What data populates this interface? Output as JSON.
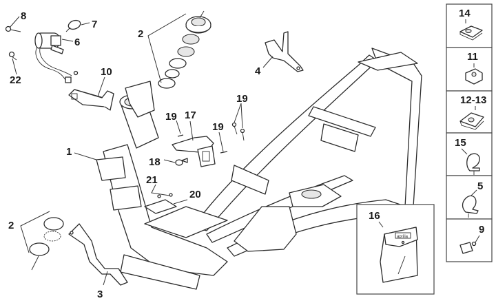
{
  "diagram": {
    "title": "Frame exploded view",
    "callouts": [
      {
        "id": "c8",
        "label": "8",
        "part": "screw"
      },
      {
        "id": "c7",
        "label": "7",
        "part": "key"
      },
      {
        "id": "c6",
        "label": "6",
        "part": "ignition switch"
      },
      {
        "id": "c22",
        "label": "22",
        "part": "screw"
      },
      {
        "id": "c10",
        "label": "10",
        "part": "bracket"
      },
      {
        "id": "c2top",
        "label": "2",
        "part": "steering bearing kit (upper)"
      },
      {
        "id": "c4",
        "label": "4",
        "part": "bracket"
      },
      {
        "id": "c19a",
        "label": "19",
        "part": "screw"
      },
      {
        "id": "c17",
        "label": "17",
        "part": "bracket"
      },
      {
        "id": "c19b",
        "label": "19",
        "part": "screw"
      },
      {
        "id": "c19c",
        "label": "19",
        "part": "screws"
      },
      {
        "id": "c1",
        "label": "1",
        "part": "frame"
      },
      {
        "id": "c18",
        "label": "18",
        "part": "rubber plug"
      },
      {
        "id": "c21",
        "label": "21",
        "part": "screws"
      },
      {
        "id": "c20",
        "label": "20",
        "part": "plate"
      },
      {
        "id": "c2bot",
        "label": "2",
        "part": "steering bearing kit (lower)"
      },
      {
        "id": "c3",
        "label": "3",
        "part": "stand bracket"
      }
    ],
    "side_panels": [
      {
        "label": "14",
        "part": "clip nut"
      },
      {
        "label": "11",
        "part": "cage nut"
      },
      {
        "label": "12-13",
        "part": "clip nut"
      },
      {
        "label": "15",
        "part": "cable clamp"
      },
      {
        "label": "5",
        "part": "cable clamp"
      },
      {
        "label": "9",
        "part": "fastener"
      }
    ],
    "kit_panel": {
      "label": "16",
      "part": "bag",
      "brand_text": "aprilia"
    }
  }
}
